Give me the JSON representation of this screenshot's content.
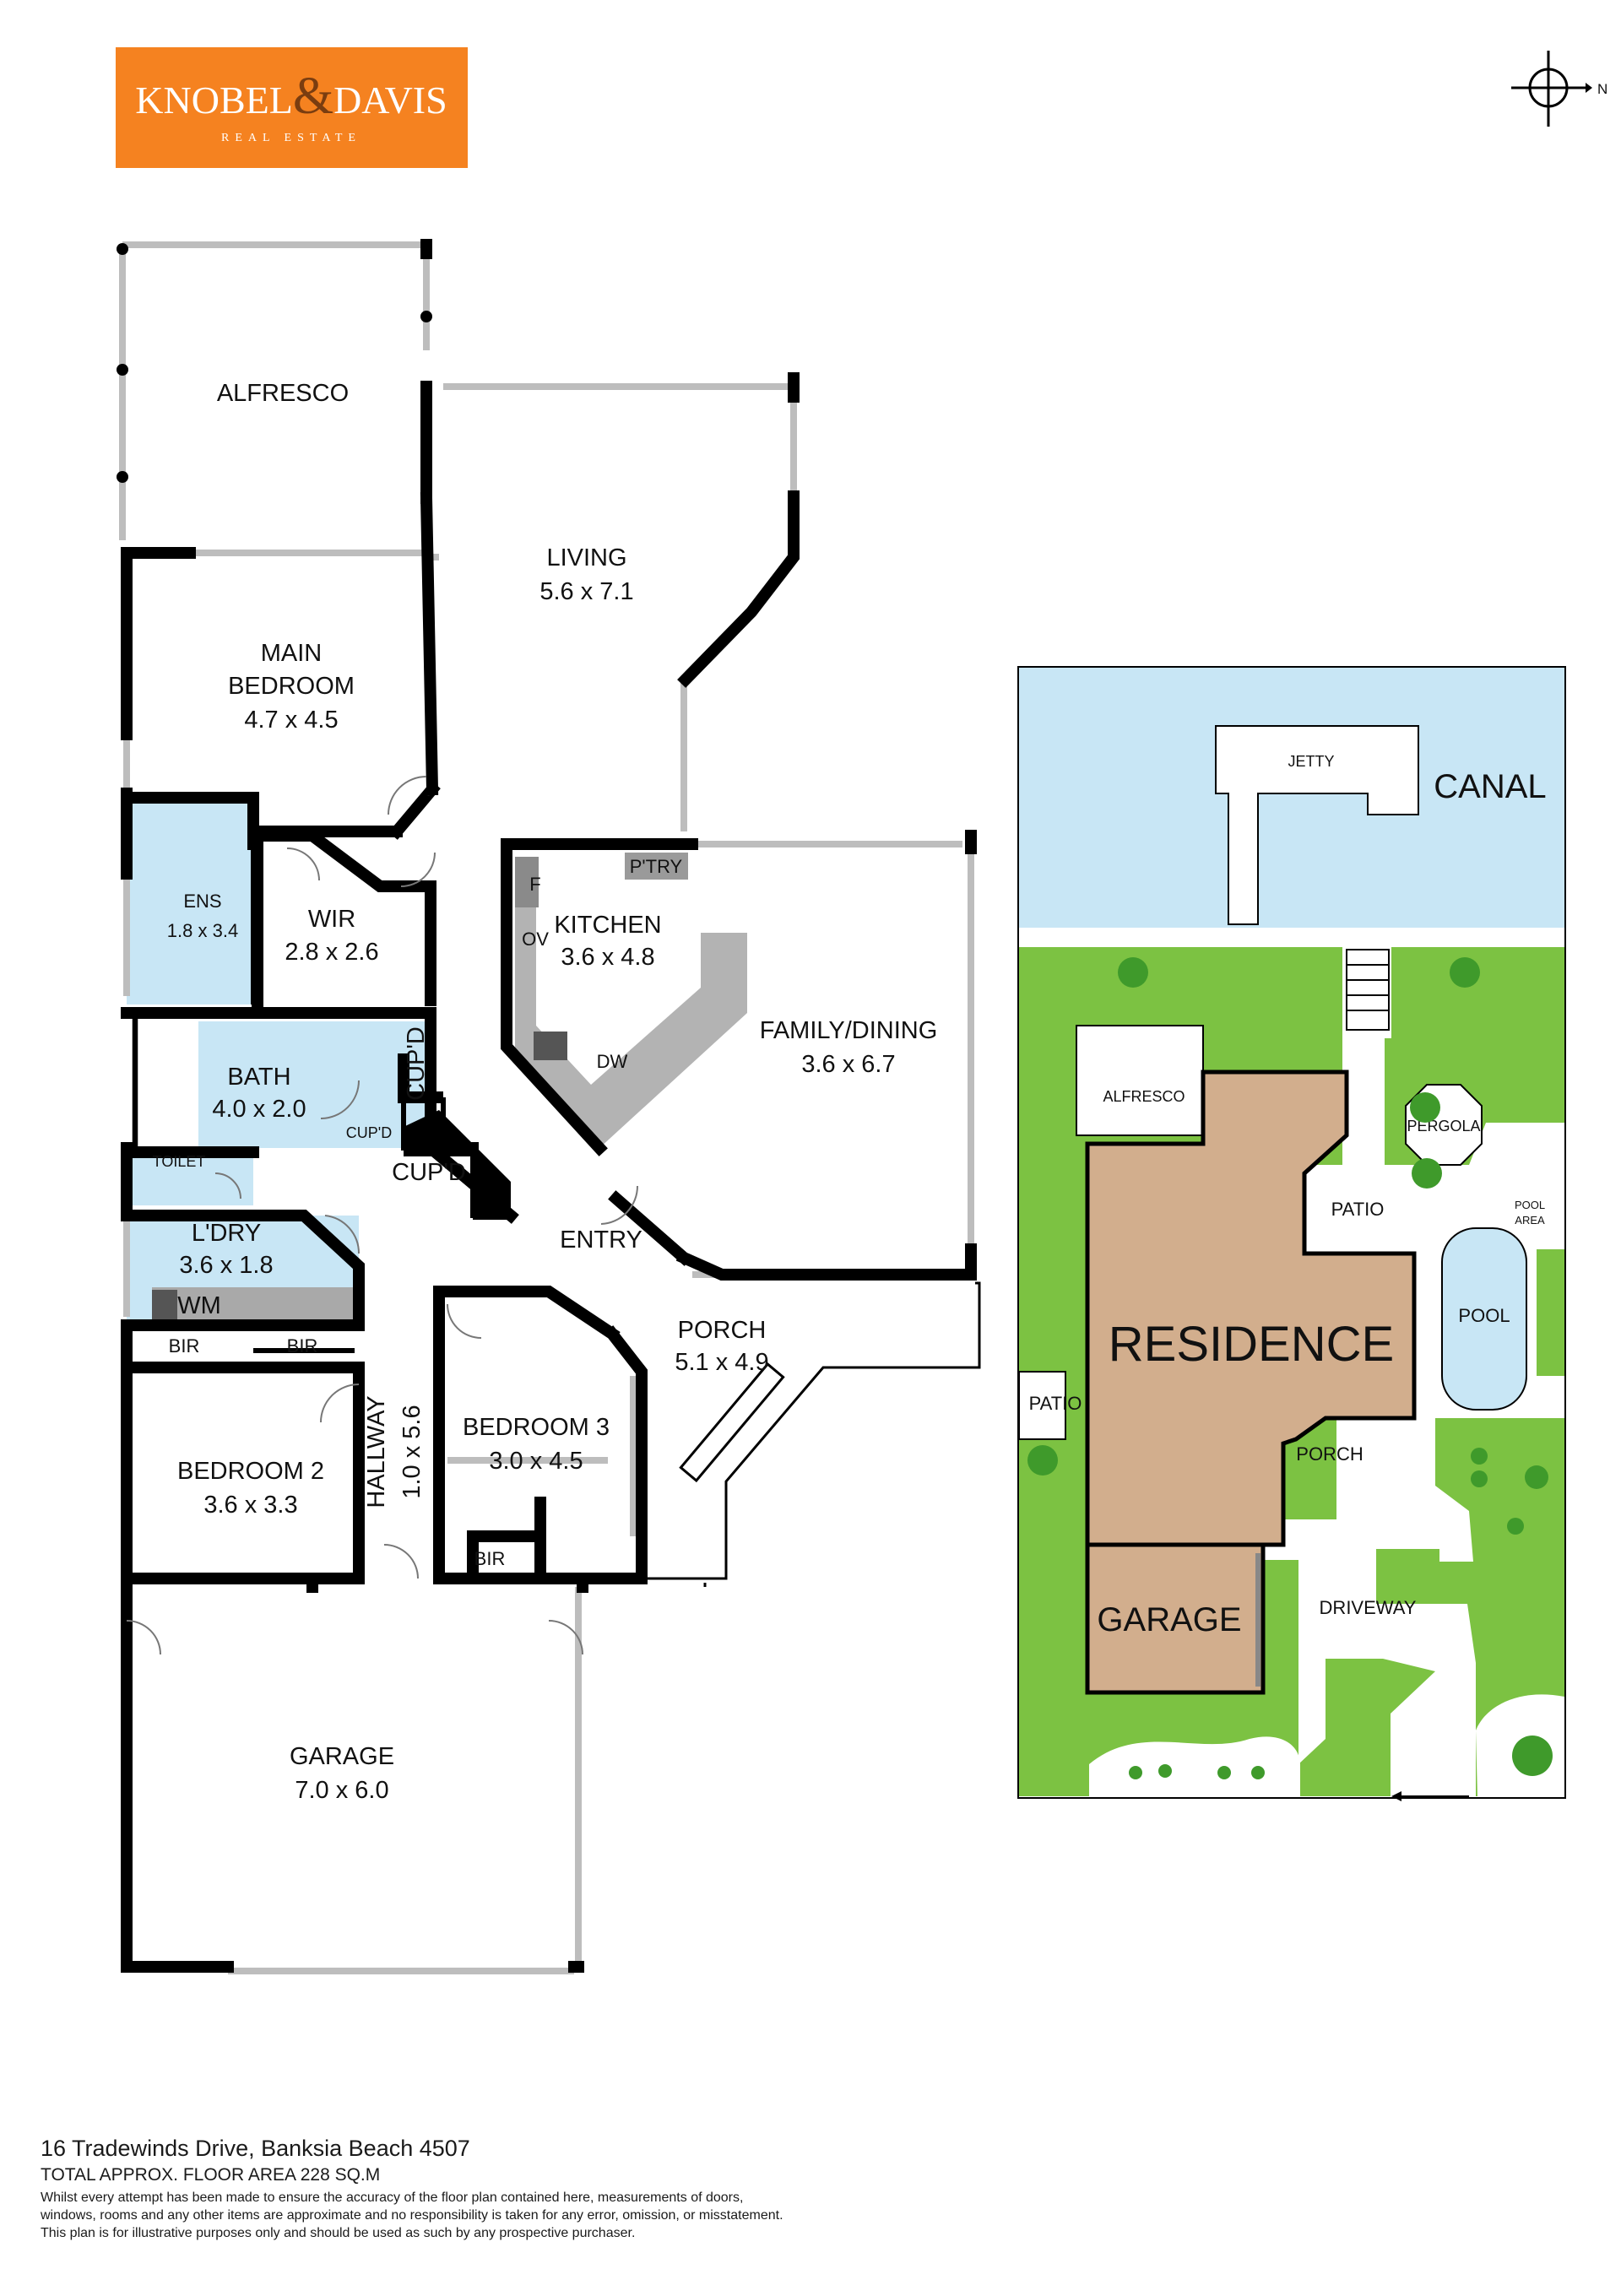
{
  "brand": {
    "name": "KNOBEL&DAVIS",
    "name_part1": "KNOBEL",
    "ampersand": "&",
    "name_part2": "DAVIS",
    "tagline": "REAL ESTATE",
    "color": "#F58220"
  },
  "compass": {
    "north_label": "N"
  },
  "floor_plan": {
    "rooms": [
      {
        "name": "ALFRESCO",
        "size": ""
      },
      {
        "name": "LIVING",
        "size": "5.6 x 7.1"
      },
      {
        "name": "MAIN BEDROOM",
        "name_line1": "MAIN",
        "name_line2": "BEDROOM",
        "size": "4.7 x 4.5"
      },
      {
        "name": "ENS",
        "size": "1.8 x 3.4"
      },
      {
        "name": "WIR",
        "size": "2.8 x 2.6"
      },
      {
        "name": "KITCHEN",
        "size": "3.6 x 4.8"
      },
      {
        "name": "FAMILY/DINING",
        "size": "3.6 x 6.7"
      },
      {
        "name": "BATH",
        "size": "4.0 x 2.0"
      },
      {
        "name": "TOILET",
        "size": ""
      },
      {
        "name": "L'DRY",
        "size": "3.6 x 1.8"
      },
      {
        "name": "ENTRY",
        "size": ""
      },
      {
        "name": "PORCH",
        "size": "5.1 x 4.9"
      },
      {
        "name": "BEDROOM 2",
        "size": "3.6 x 3.3"
      },
      {
        "name": "HALLWAY",
        "size": "1.0 x 5.6"
      },
      {
        "name": "BEDROOM 3",
        "size": "3.0 x 4.5"
      },
      {
        "name": "GARAGE",
        "size": "7.0 x 6.0"
      }
    ],
    "fixtures": {
      "pantry": "P'TRY",
      "fridge": "F",
      "oven": "OV",
      "dishwasher": "DW",
      "washing_machine": "WM",
      "cupboard": "CUP'D",
      "built_in_robe": "BIR"
    }
  },
  "site_plan": {
    "labels": {
      "canal": "CANAL",
      "jetty": "JETTY",
      "alfresco": "ALFRESCO",
      "pergola": "PERGOLA",
      "patio": "PATIO",
      "pool_area_line1": "POOL",
      "pool_area_line2": "AREA",
      "pool": "POOL",
      "residence": "RESIDENCE",
      "porch": "PORCH",
      "garage": "GARAGE",
      "driveway": "DRIVEWAY"
    },
    "colors": {
      "water": "#C8E6F5",
      "lawn": "#7CC242",
      "residence": "#D2AE8D",
      "pool": "#C8E6F5"
    }
  },
  "colors": {
    "wet_area": "#C8E6F5",
    "kitchen_bench": "#B3B3B3",
    "walls": "#000000",
    "windows": "#BDBDBD"
  },
  "footer": {
    "address": "16 Tradewinds Drive, Banksia Beach 4507",
    "floor_area": "TOTAL APPROX. FLOOR AREA 228 SQ.M",
    "disclaimer_1": "Whilst every attempt has been made to ensure the accuracy of the floor plan contained here, measurements of doors,",
    "disclaimer_2": "windows, rooms and any other items are approximate and no responsibility is taken for any error, omission, or misstatement.",
    "disclaimer_3": "This plan is for illustrative purposes only and should be used as such by any prospective purchaser."
  }
}
